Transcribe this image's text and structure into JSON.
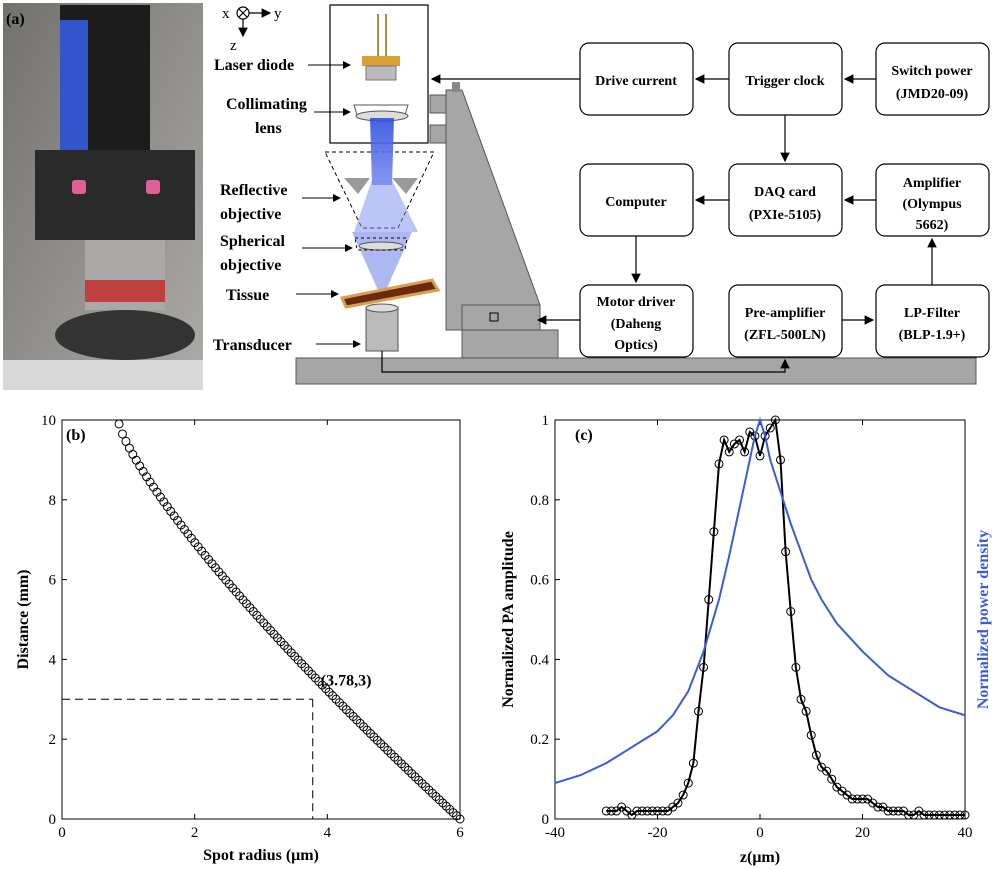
{
  "panel_a": {
    "label": "(a)",
    "axes": {
      "x": "x",
      "y": "y",
      "z": "z"
    },
    "components": [
      "Laser diode",
      "Collimating",
      "lens",
      "Reflective",
      "objective",
      "Spherical",
      "objective",
      "Tissue",
      "Transducer"
    ],
    "blocks": {
      "drive_current": [
        "Drive current"
      ],
      "trigger_clock": [
        "Trigger clock"
      ],
      "switch_power": [
        "Switch power",
        "(JMD20-09)"
      ],
      "computer": [
        "Computer"
      ],
      "daq_card": [
        "DAQ card",
        "(PXIe-5105)"
      ],
      "amplifier": [
        "Amplifier",
        "(Olympus",
        "5662)"
      ],
      "motor_driver": [
        "Motor driver",
        "(Daheng",
        "Optics)"
      ],
      "pre_amplifier": [
        "Pre-amplifier",
        "(ZFL-500LN)"
      ],
      "lp_filter": [
        "LP-Filter",
        "(BLP-1.9+)"
      ]
    },
    "colors": {
      "beam": "#4a5fe8",
      "stage": "#a6a6a6",
      "tissue": "#d9a050"
    }
  },
  "chart_data": [
    {
      "type": "scatter",
      "panel_label": "(b)",
      "xlabel": "Spot radius (μm)",
      "ylabel": "Distance (mm)",
      "xlim": [
        0,
        6
      ],
      "ylim": [
        0,
        10
      ],
      "xticks": [
        "0",
        "2",
        "4",
        "6"
      ],
      "yticks": [
        "0",
        "2",
        "4",
        "6",
        "8",
        "10"
      ],
      "annotation": {
        "text": "(3.78,3)",
        "x": 3.78,
        "y": 3
      },
      "curve": {
        "x_start": 0.86,
        "x_end": 6.0,
        "y_start": 9.9,
        "y_end": 0,
        "points": 100
      }
    },
    {
      "type": "line",
      "panel_label": "(c)",
      "xlabel": "z(μm)",
      "ylabel": "Normalized PA amplitude",
      "ylabel_right": "Normalized power density",
      "xlim": [
        -40,
        40
      ],
      "ylim": [
        0,
        1
      ],
      "xticks": [
        "-40",
        "-20",
        "0",
        "20",
        "40"
      ],
      "yticks": [
        "0",
        "0.2",
        "0.4",
        "0.6",
        "0.8",
        "1"
      ],
      "series": [
        {
          "color": "#000000",
          "marker": "circle",
          "x": [
            -30,
            -29,
            -28,
            -27,
            -26,
            -25,
            -24,
            -23,
            -22,
            -21,
            -20,
            -19,
            -18,
            -17,
            -16,
            -15,
            -14,
            -13,
            -12,
            -11,
            -10,
            -9,
            -8,
            -7,
            -6,
            -5,
            -4,
            -3,
            -2,
            -1,
            0,
            1,
            2,
            3,
            4,
            5,
            6,
            7,
            8,
            9,
            10,
            11,
            12,
            13,
            14,
            15,
            16,
            17,
            18,
            19,
            20,
            21,
            22,
            23,
            24,
            25,
            26,
            27,
            28,
            29,
            30,
            31,
            32,
            33,
            34,
            35,
            36,
            37,
            38,
            39,
            40
          ],
          "y": [
            0.02,
            0.02,
            0.02,
            0.03,
            0.02,
            0.01,
            0.02,
            0.02,
            0.02,
            0.02,
            0.02,
            0.02,
            0.02,
            0.03,
            0.04,
            0.06,
            0.09,
            0.14,
            0.27,
            0.38,
            0.55,
            0.72,
            0.89,
            0.95,
            0.92,
            0.94,
            0.95,
            0.92,
            0.97,
            0.96,
            0.91,
            0.96,
            0.98,
            1.0,
            0.9,
            0.67,
            0.52,
            0.38,
            0.3,
            0.27,
            0.21,
            0.16,
            0.13,
            0.12,
            0.1,
            0.08,
            0.07,
            0.06,
            0.05,
            0.05,
            0.05,
            0.05,
            0.04,
            0.03,
            0.03,
            0.02,
            0.02,
            0.02,
            0.02,
            0.01,
            0.01,
            0.02,
            0.01,
            0.01,
            0.01,
            0.01,
            0.01,
            0.01,
            0.01,
            0.01,
            0.01
          ]
        },
        {
          "color": "#3a5be0",
          "marker": "none",
          "x": [
            -40,
            -35,
            -30,
            -25,
            -20,
            -17,
            -14,
            -11,
            -8,
            -6,
            -4,
            -2,
            -1,
            0,
            1,
            2,
            4,
            6,
            8,
            10,
            12,
            15,
            20,
            25,
            30,
            35,
            40
          ],
          "y": [
            0.09,
            0.11,
            0.14,
            0.18,
            0.22,
            0.26,
            0.32,
            0.42,
            0.55,
            0.66,
            0.78,
            0.9,
            0.96,
            1.0,
            0.96,
            0.9,
            0.82,
            0.74,
            0.67,
            0.6,
            0.55,
            0.49,
            0.42,
            0.36,
            0.32,
            0.28,
            0.26
          ]
        }
      ]
    }
  ]
}
